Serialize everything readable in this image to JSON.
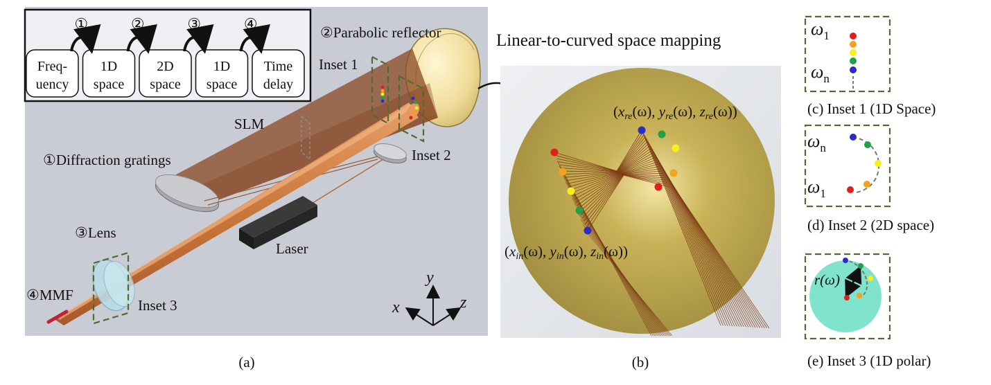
{
  "panel_a": {
    "flow_steps": [
      {
        "lines": [
          "Freq-",
          "uency"
        ]
      },
      {
        "lines": [
          "1D",
          "space"
        ]
      },
      {
        "lines": [
          "2D",
          "space"
        ]
      },
      {
        "lines": [
          "1D",
          "space"
        ]
      },
      {
        "lines": [
          "Time",
          "delay"
        ]
      }
    ],
    "flow_numbers": [
      "①",
      "②",
      "③",
      "④"
    ],
    "labels": {
      "parabolic": "②Parabolic reflector",
      "inset1": "Inset 1",
      "inset2": "Inset 2",
      "inset3": "Inset 3",
      "slm": "SLM",
      "gratings": "①Diffraction gratings",
      "lens": "③Lens",
      "laser": "Laser",
      "mmf": "④MMF"
    },
    "axes": {
      "x": "x",
      "y": "y",
      "z": "z"
    },
    "caption": "(a)"
  },
  "panel_b": {
    "title": "Linear-to-curved space mapping",
    "re_label": {
      "x": "x",
      "y": "y",
      "z": "z",
      "sub": "re",
      "arg": "(ω)"
    },
    "in_label": {
      "x": "x",
      "y": "y",
      "z": "z",
      "sub": "in",
      "arg": "(ω)"
    },
    "caption": "(b)"
  },
  "panel_c": {
    "omega_top": "ω",
    "omega_top_sub": "1",
    "omega_bottom": "ω",
    "omega_bottom_sub": "n",
    "caption": "(c) Inset 1 (1D Space)"
  },
  "panel_d": {
    "omega_top": "ω",
    "omega_top_sub": "n",
    "omega_bottom": "ω",
    "omega_bottom_sub": "1",
    "caption": "(d) Inset 2 (2D space)"
  },
  "panel_e": {
    "radius_label": "r(ω)",
    "caption": "(e) Inset 3 (1D polar)"
  },
  "colors": {
    "background_a": "#c9ccd4",
    "beam": "#d0844a",
    "sphere": "#b8a23e",
    "inset_green": "#4f6b32",
    "polar_disk": "#7fe3cd",
    "dots": [
      "#e0201c",
      "#f5a21e",
      "#f7ef1a",
      "#21a04a",
      "#2b2cc8"
    ]
  }
}
